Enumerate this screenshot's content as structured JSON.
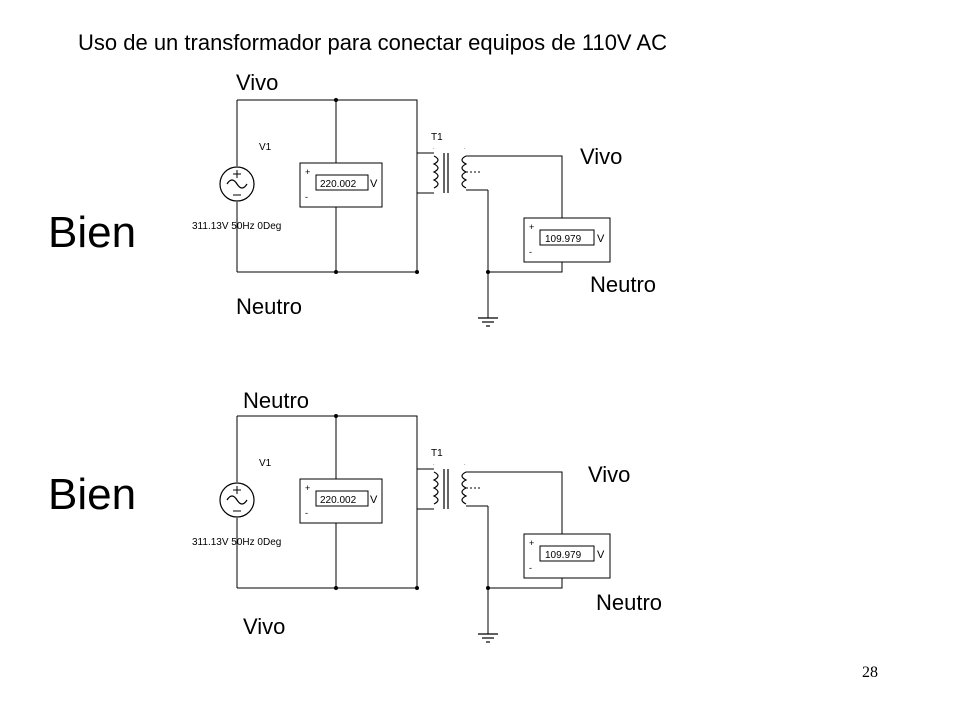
{
  "title": "Uso de un transformador para conectar equipos de 110V AC",
  "page_number": "28",
  "circuits": [
    {
      "status": "Bien",
      "primary_top_label": "Vivo",
      "primary_bottom_label": "Neutro",
      "secondary_top_label": "Vivo",
      "secondary_bottom_label": "Neutro",
      "source_name": "V1",
      "source_spec": "311.13V 50Hz 0Deg",
      "transformer_name": "T1",
      "meter1_value": "220.002",
      "meter1_unit": "V",
      "meter2_value": "109.979",
      "meter2_unit": "V"
    },
    {
      "status": "Bien",
      "primary_top_label": "Neutro",
      "primary_bottom_label": "Vivo",
      "secondary_top_label": "Vivo",
      "secondary_bottom_label": "Neutro",
      "source_name": "V1",
      "source_spec": "311.13V 50Hz 0Deg",
      "transformer_name": "T1",
      "meter1_value": "220.002",
      "meter1_unit": "V",
      "meter2_value": "109.979",
      "meter2_unit": "V"
    }
  ],
  "meter_plus": "+",
  "meter_minus": "-"
}
